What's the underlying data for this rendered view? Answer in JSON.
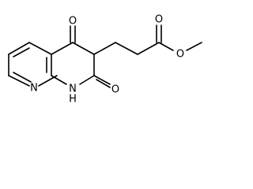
{
  "molecule": {
    "atoms": {
      "o_ketone": "O",
      "o_amide": "O",
      "o_carbonyl": "O",
      "o_ester": "O",
      "n_pyridine": "N",
      "nh_amide": "H"
    },
    "colors": {
      "bond": "#000000",
      "label": "#000000",
      "background": "#ffffff"
    }
  }
}
